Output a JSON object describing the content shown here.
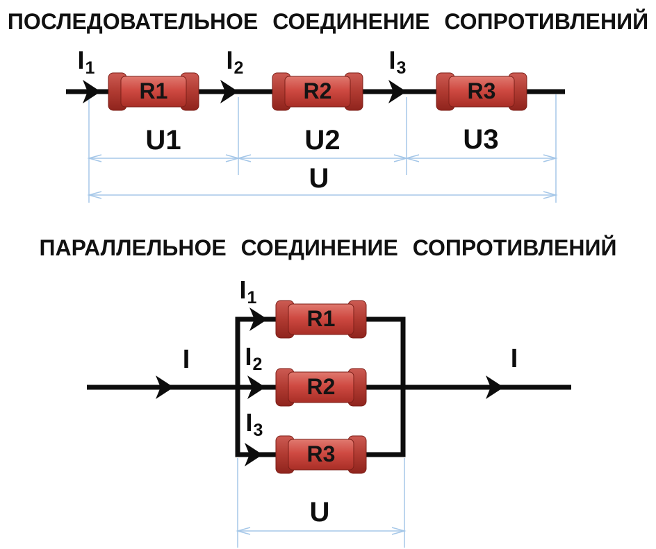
{
  "series": {
    "title": "ПОСЛЕДОВАТЕЛЬНОЕ СОЕДИНЕНИЕ СОПРОТИВЛЕНИЙ",
    "resistors": [
      "R1",
      "R2",
      "R3"
    ],
    "currents": [
      {
        "base": "I",
        "sub": "1"
      },
      {
        "base": "I",
        "sub": "2"
      },
      {
        "base": "I",
        "sub": "3"
      }
    ],
    "voltages": [
      "U1",
      "U2",
      "U3"
    ],
    "total_voltage": "U"
  },
  "parallel": {
    "title": "ПАРАЛЛЕЛЬНОЕ СОЕДИНЕНИЕ СОПРОТИВЛЕНИЙ",
    "resistors": [
      "R1",
      "R2",
      "R3"
    ],
    "branch_currents": [
      {
        "base": "I",
        "sub": "1"
      },
      {
        "base": "I",
        "sub": "2"
      },
      {
        "base": "I",
        "sub": "3"
      }
    ],
    "input_current": "I",
    "output_current": "I",
    "total_voltage": "U"
  },
  "colors": {
    "wire_black": "#0d0d0d",
    "dimension_blue": "#a5c7e8",
    "resistor_body_top": "#e0796f",
    "resistor_body_bottom": "#a82e26",
    "resistor_cap_top": "#cc5b53",
    "resistor_cap_bottom": "#8f241d",
    "text": "#111111"
  }
}
